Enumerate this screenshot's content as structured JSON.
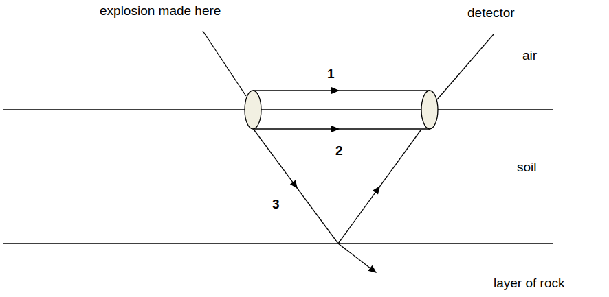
{
  "diagram": {
    "labels": [
      "explosion made here",
      "detector",
      "air",
      "1",
      "2",
      "soil",
      "3",
      "layer of rock"
    ]
  }
}
